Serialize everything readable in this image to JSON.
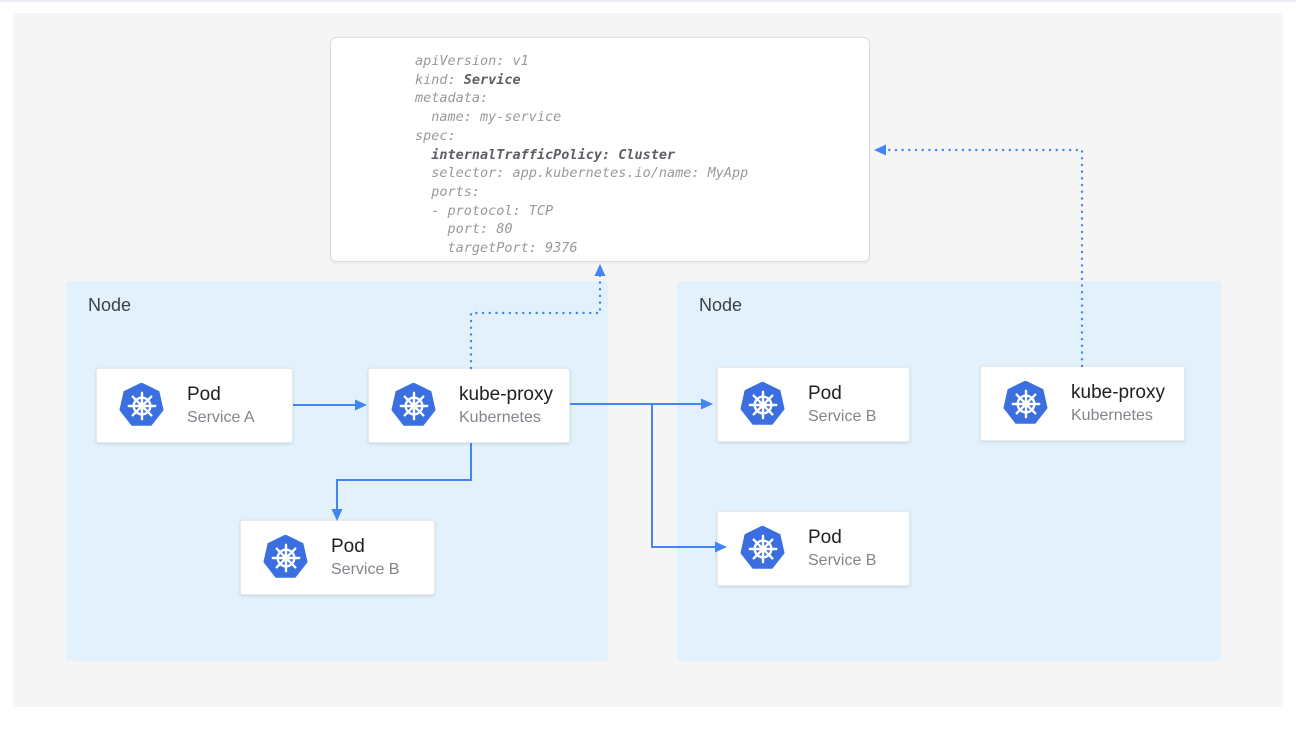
{
  "yaml_panel": {
    "lines": [
      {
        "segments": [
          {
            "text": "apiVersion: v1",
            "bold": false
          }
        ]
      },
      {
        "segments": [
          {
            "text": "kind: ",
            "bold": false
          },
          {
            "text": "Service",
            "bold": true
          }
        ]
      },
      {
        "segments": [
          {
            "text": "metadata:",
            "bold": false
          }
        ]
      },
      {
        "segments": [
          {
            "text": "  name: my-service",
            "bold": false
          }
        ]
      },
      {
        "segments": [
          {
            "text": "spec:",
            "bold": false
          }
        ]
      },
      {
        "segments": [
          {
            "text": "  ",
            "bold": false
          },
          {
            "text": "internalTrafficPolicy: Cluster",
            "bold": true
          }
        ]
      },
      {
        "segments": [
          {
            "text": "  selector: app.kubernetes.io/name: MyApp",
            "bold": false
          }
        ]
      },
      {
        "segments": [
          {
            "text": "  ports:",
            "bold": false
          }
        ]
      },
      {
        "segments": [
          {
            "text": "  - protocol: TCP",
            "bold": false
          }
        ]
      },
      {
        "segments": [
          {
            "text": "    port: 80",
            "bold": false
          }
        ]
      },
      {
        "segments": [
          {
            "text": "    targetPort: 9376",
            "bold": false
          }
        ]
      }
    ]
  },
  "nodes": [
    {
      "label": "Node",
      "cards": [
        {
          "icon": "kubernetes-logo-icon",
          "title": "Pod",
          "subtitle": "Service A"
        },
        {
          "icon": "kubernetes-logo-icon",
          "title": "kube-proxy",
          "subtitle": "Kubernetes"
        },
        {
          "icon": "kubernetes-logo-icon",
          "title": "Pod",
          "subtitle": "Service B"
        }
      ]
    },
    {
      "label": "Node",
      "cards": [
        {
          "icon": "kubernetes-logo-icon",
          "title": "Pod",
          "subtitle": "Service B"
        },
        {
          "icon": "kubernetes-logo-icon",
          "title": "Pod",
          "subtitle": "Service B"
        },
        {
          "icon": "kubernetes-logo-icon",
          "title": "kube-proxy",
          "subtitle": "Kubernetes"
        }
      ]
    }
  ],
  "colors": {
    "accent_blue": "#4285f4",
    "k8s_blue": "#3b6fe0",
    "node_bg": "#e3f1fc",
    "panel_bg": "#f5f5f6",
    "card_border": "#dadce0",
    "yaml_text": "#97999c",
    "yaml_bold": "#5b5e63",
    "title_text": "#212121",
    "subtitle_text": "#80868b",
    "node_label": "#3c4043",
    "top_rule": "#e9edf4"
  }
}
